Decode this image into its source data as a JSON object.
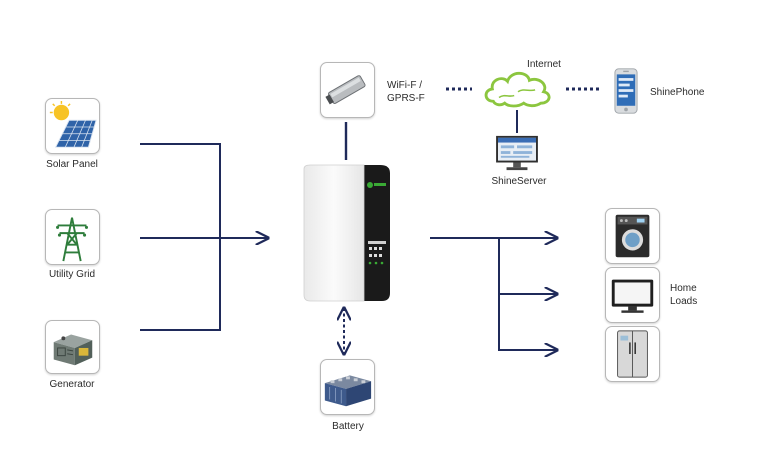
{
  "sources": [
    {
      "id": "solar",
      "label": "Solar Panel",
      "icon": "solar-panel-icon"
    },
    {
      "id": "grid",
      "label": "Utility Grid",
      "icon": "utility-grid-icon"
    },
    {
      "id": "generator",
      "label": "Generator",
      "icon": "generator-icon"
    }
  ],
  "communication": {
    "module_label_line1": "WiFi-F /",
    "module_label_line2": "GPRS-F",
    "internet_label": "Internet",
    "server_label": "ShineServer",
    "phone_label": "ShinePhone"
  },
  "battery": {
    "label": "Battery"
  },
  "loads": {
    "label_line1": "Home",
    "label_line2": "Loads",
    "items": [
      "washing-machine-icon",
      "television-icon",
      "refrigerator-icon"
    ]
  },
  "colors": {
    "line": "#1f2a5a",
    "cloud": "#8cc63f",
    "inverter_body": "#f4f4f4",
    "inverter_panel": "#1a1a1a",
    "brand_green": "#3aaa35"
  }
}
